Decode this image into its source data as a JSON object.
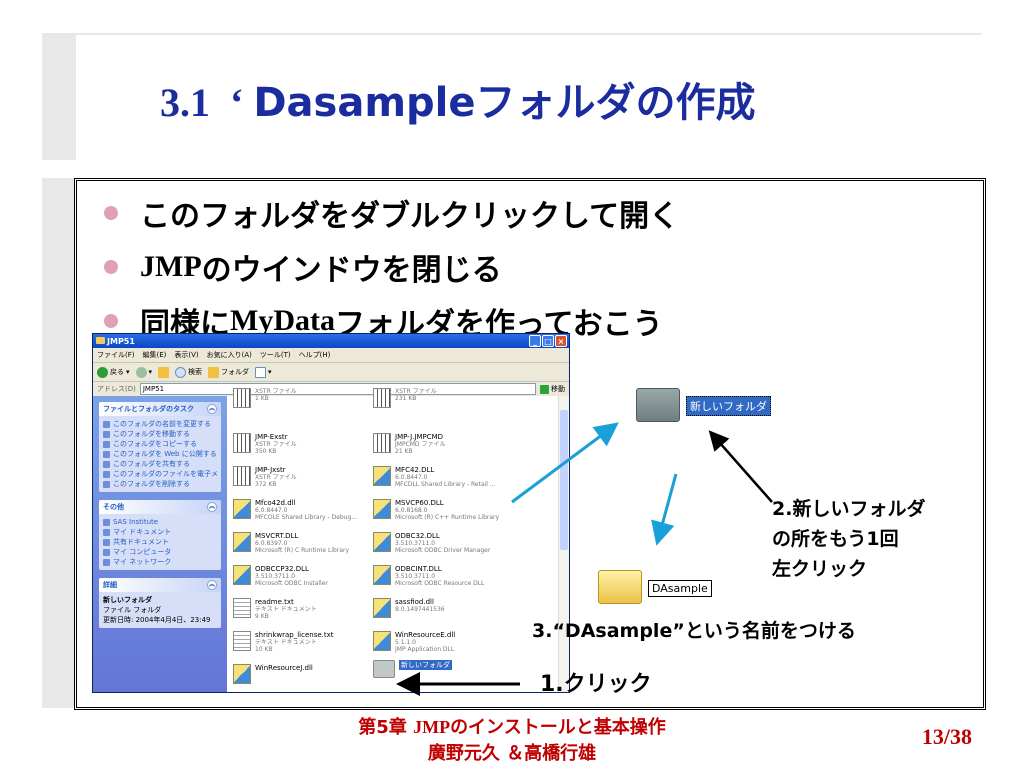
{
  "slide": {
    "title_num": "3.1",
    "title_quote": "‘",
    "title_latin": "Dasample",
    "title_jp": "フォルダの作成",
    "bullets": [
      {
        "pre": "",
        "latin": "",
        "jp": "このフォルダをダブルクリックして開く"
      },
      {
        "pre": "",
        "latin": "JMP",
        "jp": " のウインドウを閉じる"
      },
      {
        "pre": "同様に",
        "latin": "MyData",
        "jp": "フォルダを作っておこう"
      }
    ],
    "footer_line1_a": "第5章 ",
    "footer_line1_b": "JMP",
    "footer_line1_c": "のインストールと基本操作",
    "footer_line2": "廣野元久 ＆高橋行雄",
    "page": "13/38",
    "colors": {
      "title": "#1a2c9e",
      "footer": "#c00000",
      "bullet_dot": "#e0a0b8"
    }
  },
  "window": {
    "title": "JMP51",
    "menus": [
      "ファイル(F)",
      "編集(E)",
      "表示(V)",
      "お気に入り(A)",
      "ツール(T)",
      "ヘルプ(H)"
    ],
    "toolbar": {
      "back": "戻る",
      "search": "検索",
      "folders": "フォルダ"
    },
    "address_label": "アドレス(D)",
    "address_value": "JMP51",
    "go": "移動",
    "tasks_title": "ファイルとフォルダのタスク",
    "tasks": [
      "このフォルダの名前を変更する",
      "このフォルダを移動する",
      "このフォルダをコピーする",
      "このフォルダを Web に公開する",
      "このフォルダを共有する",
      "このフォルダのファイルを電子メールで送信する",
      "このフォルダを削除する"
    ],
    "places_title": "その他",
    "places": [
      "SAS Institute",
      "マイ ドキュメント",
      "共有ドキュメント",
      "マイ コンピュータ",
      "マイ ネットワーク"
    ],
    "details_title": "詳細",
    "details": {
      "name": "新しいフォルダ",
      "type": "ファイル フォルダ",
      "modified": "更新日時: 2004年4月4日、23:49"
    },
    "files": [
      {
        "name": "",
        "m1": "XSTR ファイル",
        "m2": "1 KB",
        "icon": "grid"
      },
      {
        "name": "",
        "m1": "XSTR ファイル",
        "m2": "231 KB",
        "icon": "grid"
      },
      {
        "name": "JMP-Exstr",
        "m1": "XSTR ファイル",
        "m2": "350 KB",
        "icon": "grid"
      },
      {
        "name": "JMP-J.JMPCMD",
        "m1": "JMPCMD ファイル",
        "m2": "21 KB",
        "icon": "grid"
      },
      {
        "name": "JMP-Jxstr",
        "m1": "XSTR ファイル",
        "m2": "372 KB",
        "icon": "grid"
      },
      {
        "name": "MFC42.DLL",
        "m1": "6.0.8447.0",
        "m2": "MFCDLL Shared Library - Retail ...",
        "icon": "dll"
      },
      {
        "name": "Mfco42d.dll",
        "m1": "6.0.8447.0",
        "m2": "MFCOLE Shared Library - Debug...",
        "icon": "dll"
      },
      {
        "name": "MSVCP60.DLL",
        "m1": "6.0.8168.0",
        "m2": "Microsoft (R) C++ Runtime Library",
        "icon": "dll"
      },
      {
        "name": "MSVCRT.DLL",
        "m1": "6.0.8397.0",
        "m2": "Microsoft (R) C Runtime Library",
        "icon": "dll"
      },
      {
        "name": "ODBC32.DLL",
        "m1": "3.510.3711.0",
        "m2": "Microsoft ODBC Driver Manager",
        "icon": "dll"
      },
      {
        "name": "ODBCCP32.DLL",
        "m1": "3.510.3711.0",
        "m2": "Microsoft ODBC Installer",
        "icon": "dll"
      },
      {
        "name": "ODBCINT.DLL",
        "m1": "3.510.3711.0",
        "m2": "Microsoft ODBC Resource DLL",
        "icon": "dll"
      },
      {
        "name": "readme.txt",
        "m1": "テキスト ドキュメント",
        "m2": "9 KB",
        "icon": "txt"
      },
      {
        "name": "sassfiod.dll",
        "m1": "8.0.1497441536",
        "m2": "",
        "icon": "dll"
      },
      {
        "name": "shrinkwrap_license.txt",
        "m1": "テキスト ドキュメント",
        "m2": "10 KB",
        "icon": "txt"
      },
      {
        "name": "WinResourceE.dll",
        "m1": "5.1.1.0",
        "m2": "JMP Application DLL",
        "icon": "dll"
      },
      {
        "name": "WinResourceJ.dll",
        "m1": "",
        "m2": "",
        "icon": "dll"
      }
    ],
    "new_folder": "新しいフォルダ"
  },
  "annotations": {
    "new_folder_label": "新しいフォルダ",
    "dasample_label": "DAsample",
    "step1": "1.クリック",
    "step2_lines": [
      "2.新しいフォルダ",
      "の所をもう1回",
      "左クリック"
    ],
    "step3": "3.“DAsample”という名前をつける"
  }
}
